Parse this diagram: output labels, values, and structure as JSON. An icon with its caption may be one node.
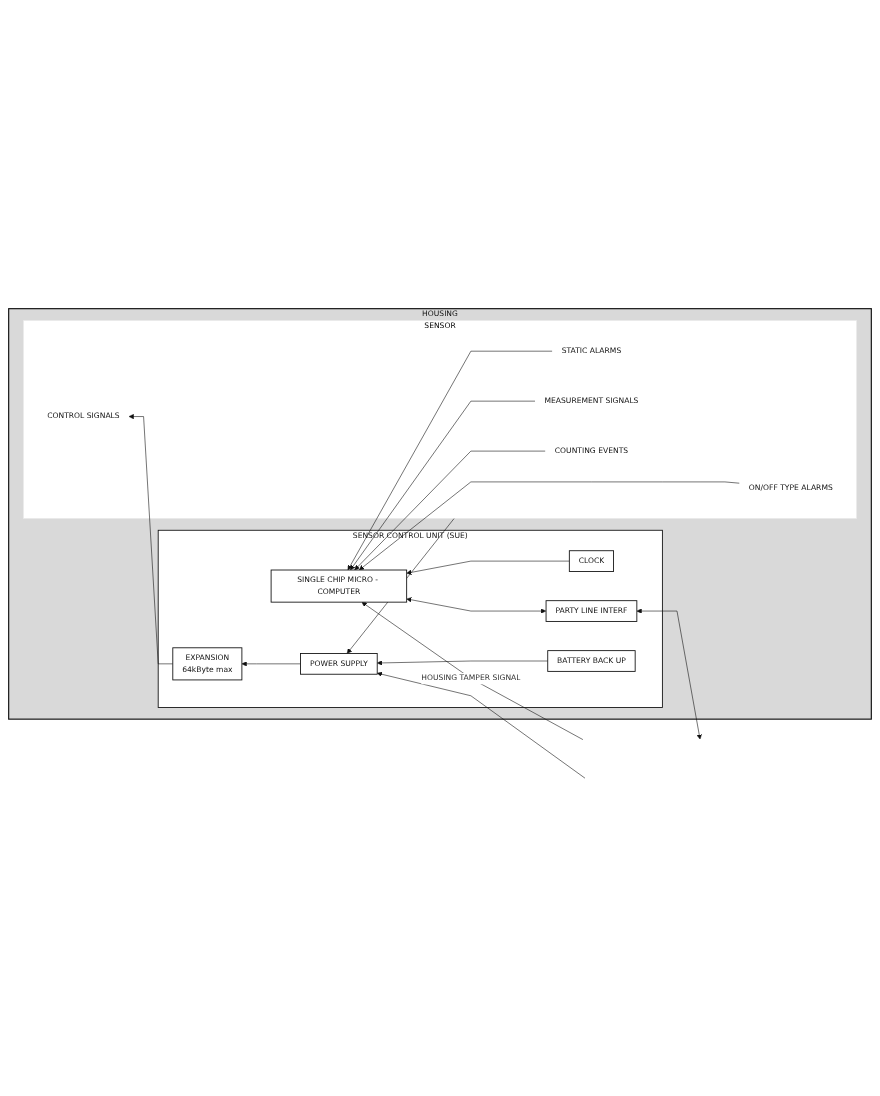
{
  "diagram": {
    "nodes": [
      {
        "text": [
          "HOUSING"
        ]
      },
      {
        "text": [
          "SENSOR CONTROL UNIT (SUE)"
        ],
        "in": 0
      },
      {
        "text": [
          "SENSOR"
        ],
        "in": 0
      },
      {
        "text": [
          "CLOCK"
        ],
        "in": 1
      },
      {
        "text": [
          "PARTY LINE INTERF"
        ],
        "in": 1
      },
      {
        "text": [
          "SINGLE CHIP MICRO - COMPUTER"
        ],
        "in": 1
      },
      {
        "text": [
          "EXPANSION",
          "64kByte max"
        ],
        "in": 1
      },
      {
        "text": [
          "POWER SUPPLY"
        ],
        "in": 1
      },
      {
        "text": [
          "BATTERY BACK UP"
        ],
        "in": 1
      },
      {
        "text": [
          "ON/OFF TYPE ALARMS"
        ],
        "in": 2
      },
      {
        "text": [
          "STATIC ALARMS"
        ],
        "in": 2
      },
      {
        "text": [
          "MEASUREMENT SIGNALS"
        ],
        "in": 2
      },
      {
        "text": [
          "COUNTING EVENTS"
        ],
        "in": 2
      },
      {
        "text": [
          "CONTROL SIGNALS"
        ],
        "in": 2
      }
    ],
    "edges": [
      {
        "from": null,
        "to": 5,
        "arrow": "to",
        "label": "HOUSING TAMPER SIGNAL"
      },
      {
        "from": 3,
        "to": 5,
        "arrow": "to"
      },
      {
        "from": null,
        "to": 4,
        "arrow": "both"
      },
      {
        "from": 4,
        "to": 5,
        "arrow": "both"
      },
      {
        "from": 9,
        "to": 5,
        "arrow": "to"
      },
      {
        "from": 10,
        "to": 5,
        "arrow": "to"
      },
      {
        "from": 11,
        "to": 5,
        "arrow": "to"
      },
      {
        "from": 12,
        "to": 5,
        "arrow": "to"
      },
      {
        "from": 6,
        "to": 13,
        "arrow": "to"
      },
      {
        "from": 7,
        "to": 6,
        "arrow": "to"
      },
      {
        "from": 8,
        "to": 7,
        "arrow": "to"
      },
      {
        "from": null,
        "to": 7,
        "arrow": "to"
      },
      {
        "from": 2,
        "to": 7,
        "arrow": "to"
      }
    ]
  }
}
